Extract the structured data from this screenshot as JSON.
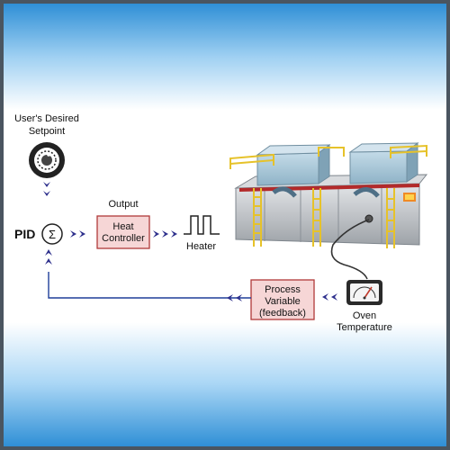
{
  "labels": {
    "setpoint_line1": "User's Desired",
    "setpoint_line2": "Setpoint",
    "pid": "PID",
    "sigma": "Σ",
    "output": "Output",
    "heat_controller_line1": "Heat",
    "heat_controller_line2": "Controller",
    "heater": "Heater",
    "process_variable_line1": "Process",
    "process_variable_line2": "Variable",
    "process_variable_line3": "(feedback)",
    "oven_temperature_line1": "Oven",
    "oven_temperature_line2": "Temperature"
  },
  "colors": {
    "arrow": "#2d2f8c",
    "box_fill": "#f6d6d6",
    "box_stroke": "#b03a3a",
    "feedback_line": "#1f3f99",
    "oven_body": "#c9ccd0",
    "oven_top": "#a9c9dc",
    "railing": "#f2d33a",
    "frame": "#4a5560"
  },
  "icons": {
    "setpoint": "setpoint-dial-icon",
    "gauge": "temperature-gauge-icon"
  }
}
